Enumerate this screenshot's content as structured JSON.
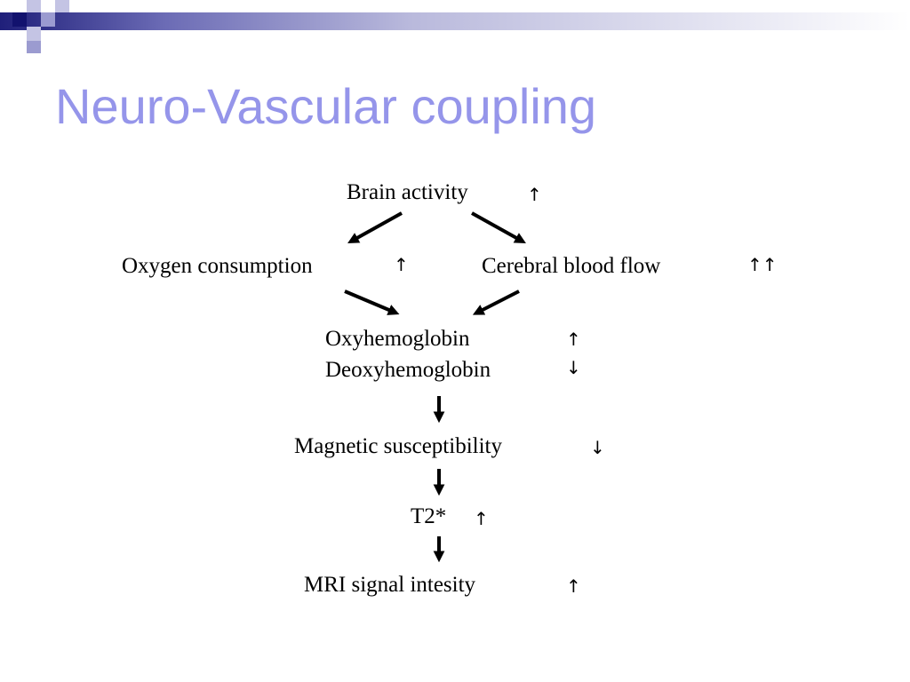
{
  "slide": {
    "title": "Neuro-Vascular coupling"
  },
  "diagram": {
    "nodes": {
      "brain_activity": {
        "label": "Brain activity",
        "trend": "↑"
      },
      "oxygen_consumption": {
        "label": "Oxygen consumption",
        "trend": "↑"
      },
      "cerebral_blood_flow": {
        "label": "Cerebral blood flow",
        "trend": "↑↑"
      },
      "oxyhemoglobin": {
        "label": "Oxyhemoglobin",
        "trend": "↑"
      },
      "deoxyhemoglobin": {
        "label": "Deoxyhemoglobin",
        "trend": "↓"
      },
      "magnetic_susceptibility": {
        "label": "Magnetic susceptibility",
        "trend": "↓"
      },
      "t2_star": {
        "label": "T2*",
        "trend": "↑"
      },
      "mri_signal": {
        "label": "MRI signal intesity",
        "trend": "↑"
      }
    },
    "edges": [
      {
        "from": "brain_activity",
        "to": "oxygen_consumption"
      },
      {
        "from": "brain_activity",
        "to": "cerebral_blood_flow"
      },
      {
        "from": "oxygen_consumption",
        "to": "oxyhemoglobin"
      },
      {
        "from": "cerebral_blood_flow",
        "to": "oxyhemoglobin"
      },
      {
        "from": "deoxyhemoglobin",
        "to": "magnetic_susceptibility"
      },
      {
        "from": "magnetic_susceptibility",
        "to": "t2_star"
      },
      {
        "from": "t2_star",
        "to": "mri_signal"
      }
    ]
  }
}
